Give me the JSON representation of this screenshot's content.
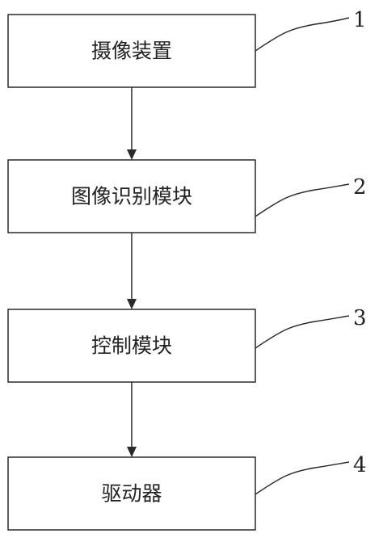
{
  "diagram": {
    "blocks": [
      {
        "label": "摄像装置",
        "ref": "1"
      },
      {
        "label": "图像识别模块",
        "ref": "2"
      },
      {
        "label": "控制模块",
        "ref": "3"
      },
      {
        "label": "驱动器",
        "ref": "4"
      }
    ],
    "colors": {
      "stroke": "#2a2a2a",
      "text": "#222222",
      "background": "#ffffff"
    }
  }
}
